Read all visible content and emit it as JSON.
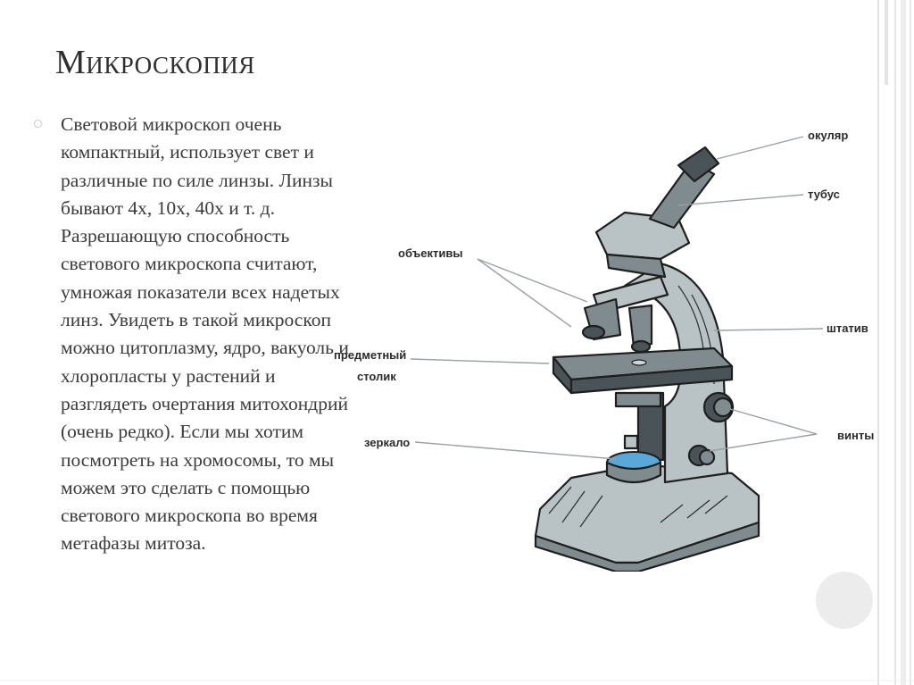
{
  "slide": {
    "title": "Микроскопия",
    "body": "Световой микроскоп очень компактный, использует свет и различные по силе линзы. Линзы бывают 4х, 10х, 40х и т. д. Разрешающую способность светового микроскопа считают, умножая показатели всех надетых линз. Увидеть в такой микроскоп можно цитоплазму, ядро, вакуоль и хлоропласты у растений и разглядеть очертания митохондрий (очень редко). Если мы хотим посмотреть на хромосомы, то мы можем это сделать с помощью светового микроскопа во время метафазы митоза."
  },
  "diagram": {
    "labels": {
      "eyepiece": "окуляр",
      "tube": "тубус",
      "objectives": "объективы",
      "stand": "штатив",
      "stage_line1": "предметный",
      "stage_line2": "столик",
      "screws": "винты",
      "mirror": "зеркало"
    }
  },
  "colors": {
    "background": "#ffffff",
    "text": "#3b3b3b",
    "microscope_body": "#7f8b8f",
    "mirror_glass": "#5aa7d8"
  }
}
